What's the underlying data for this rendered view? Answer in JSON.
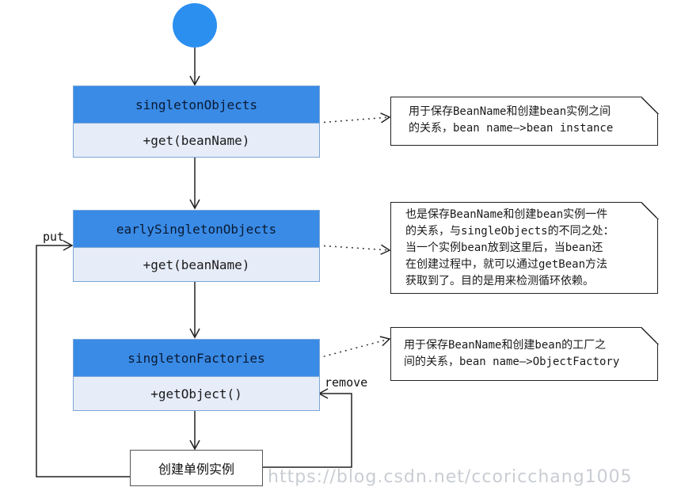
{
  "diagram": {
    "nodes": {
      "singleton_objects": {
        "title": "singletonObjects",
        "method": "+get(beanName)"
      },
      "early_singleton_objects": {
        "title": "earlySingletonObjects",
        "method": "+get(beanName)"
      },
      "singleton_factories": {
        "title": "singletonFactories",
        "method": "+getObject()"
      },
      "create_instance": {
        "label": "创建单例实例"
      }
    },
    "notes": {
      "note1": {
        "lines": [
          "用于保存BeanName和创建bean实例之间",
          "的关系，bean name—>bean instance"
        ]
      },
      "note2": {
        "lines": [
          "也是保存BeanName和创建bean实例一件",
          "的关系，与singleObjects的不同之处：",
          "当一个实例bean放到这里后，当bean还",
          "在创建过程中，就可以通过getBean方法",
          "获取到了。目的是用来检测循环依赖。"
        ]
      },
      "note3": {
        "lines": [
          "用于保存BeanName和创建bean的工厂之",
          "间的关系，bean name—>ObjectFactory"
        ]
      }
    },
    "edge_labels": {
      "put": "put",
      "remove": "remove"
    },
    "watermark": "https://blog.csdn.net/ccoricchang1005"
  },
  "colors": {
    "start": "#2b8ff0",
    "class_header": "#3a8be6",
    "class_body": "#e6ecf8"
  }
}
